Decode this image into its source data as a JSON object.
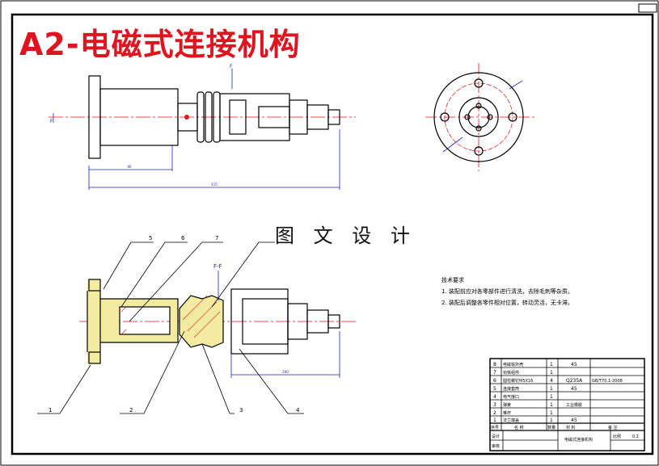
{
  "title": "A2-电磁式连接机构",
  "watermark": "图 文 设 计",
  "colors": {
    "title": "#e0141e",
    "centerline": "#e0141e",
    "dimension": "#2020c8",
    "section_fill": "#f3eba0",
    "hatch": "#e0141e",
    "outline": "#000000"
  },
  "section_label_top": "F",
  "section_label_bottom": "F-F",
  "dimension_labels": {
    "top_short": "90",
    "top_long": "415",
    "bottom_right": "200"
  },
  "tech_requirements": {
    "heading": "技术要求",
    "items": [
      "1. 装配前应对各零部件进行清洗，去除毛刺等杂质。",
      "2. 装配后调整各零件相对位置，转动灵活，无卡滞。"
    ]
  },
  "part_callouts": [
    "1",
    "2",
    "3",
    "4",
    "5",
    "6",
    "7"
  ],
  "bom": {
    "rows": [
      {
        "no": "8",
        "name": "电磁铁外壳",
        "qty": "1",
        "material": "45",
        "note": ""
      },
      {
        "no": "7",
        "name": "衔铁组件",
        "qty": "1",
        "material": "",
        "note": ""
      },
      {
        "no": "6",
        "name": "圆柱螺钉M5X16",
        "qty": "4",
        "material": "Q235A",
        "note": "GB/T70.1-2008"
      },
      {
        "no": "5",
        "name": "连接套筒",
        "qty": "1",
        "material": "45",
        "note": ""
      },
      {
        "no": "4",
        "name": "电气接口",
        "qty": "1",
        "material": "",
        "note": ""
      },
      {
        "no": "3",
        "name": "弹簧",
        "qty": "1",
        "material": "工业橡胶",
        "note": ""
      },
      {
        "no": "2",
        "name": "推杆",
        "qty": "1",
        "material": "",
        "note": ""
      },
      {
        "no": "1",
        "name": "法兰端盖",
        "qty": "1",
        "material": "45",
        "note": ""
      }
    ],
    "header": {
      "no": "序号",
      "name": "名  称",
      "qty": "数量",
      "material": "材  料",
      "note": "备  注"
    },
    "footer": {
      "drawing_title": "电磁式连接机构",
      "scale_label": "比例",
      "scale_value": "0.2",
      "design_label": "设计",
      "check_label": "审核"
    }
  }
}
